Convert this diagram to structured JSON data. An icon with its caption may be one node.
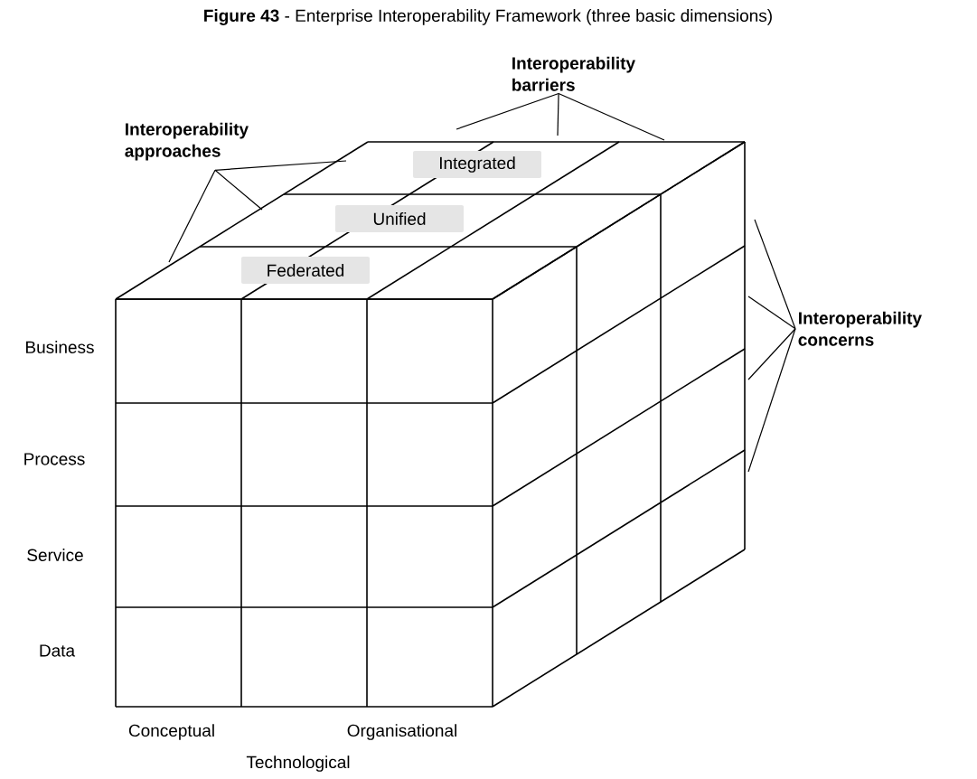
{
  "diagram": {
    "title": "**Figure 43** - Enterprise Interoperability Framework (three basic dimensions)",
    "nodes": [
      {
        "text": [
          "Interoperability barriers"
        ]
      },
      {
        "text": [
          "Interoperability approaches"
        ]
      },
      {
        "text": [
          "Integrated"
        ]
      },
      {
        "text": [
          "Unified"
        ]
      },
      {
        "text": [
          "Federated"
        ]
      },
      {
        "text": [
          "Interoperability concerns"
        ]
      }
    ],
    "edges": [
      {
        "from": 0,
        "to": null,
        "arrow": "none"
      },
      {
        "from": 0,
        "to": null,
        "arrow": "none"
      },
      {
        "from": 0,
        "to": null,
        "arrow": "none"
      },
      {
        "from": 1,
        "to": null,
        "arrow": "none"
      },
      {
        "from": 1,
        "to": null,
        "arrow": "none"
      },
      {
        "from": 1,
        "to": null,
        "arrow": "none"
      },
      {
        "from": 5,
        "to": null,
        "arrow": "none"
      },
      {
        "from": 5,
        "to": null,
        "arrow": "none"
      },
      {
        "from": 5,
        "to": null,
        "arrow": "none"
      },
      {
        "from": 5,
        "to": null,
        "arrow": "none"
      }
    ],
    "labels": [
      "Business",
      "Process",
      "Service",
      "Data",
      "Conceptual",
      "Organisational",
      "Technological"
    ]
  }
}
